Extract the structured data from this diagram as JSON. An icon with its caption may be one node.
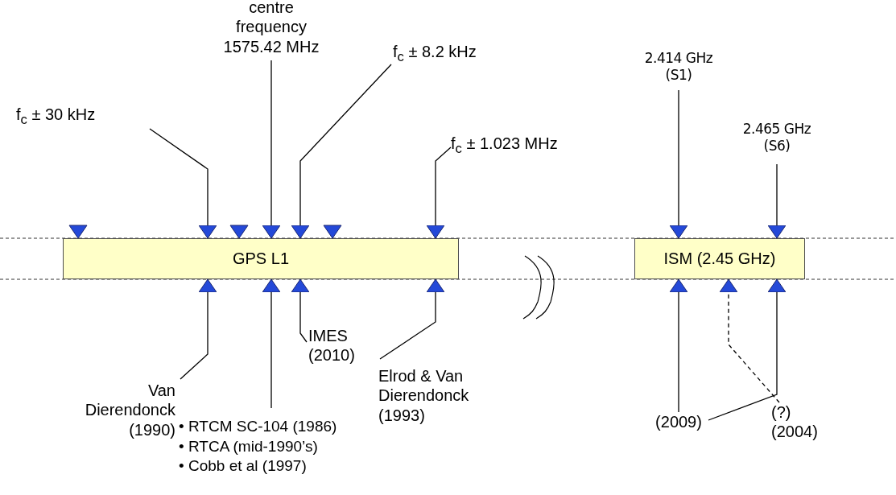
{
  "diagram": {
    "nodes": [
      {
        "text": [
          "GPS L1"
        ]
      },
      {
        "text": [
          "ISM (2.45 GHz)"
        ]
      },
      {
        "text": [
          "f$_{c}$ ± 30 kHz"
        ]
      },
      {
        "text": [
          "centre frequency 1575.42 MHz"
        ]
      },
      {
        "text": [
          "f$_{c}$ ± 8.2 kHz"
        ]
      },
      {
        "text": [
          "f$_{c}$ ± 1.023 MHz"
        ]
      },
      {
        "text": [
          "2.414 GHz (S1)"
        ]
      },
      {
        "text": [
          "2.465 GHz (S6)"
        ]
      },
      {
        "text": [
          "Van Dierendonck (1990)"
        ]
      },
      {
        "text": [
          "• RTCM SC-104 (1986)",
          "• RTCA (mid-1990’s)",
          "• Cobb et al (1997)"
        ]
      },
      {
        "text": [
          "IMES (2010)"
        ]
      },
      {
        "text": [
          "Elrod & Van Dierendonck (1993)"
        ]
      },
      {
        "text": [
          "(2009)"
        ]
      },
      {
        "text": [
          "(?) (2004)"
        ]
      }
    ],
    "edges": [
      {
        "from": 2,
        "to": 0,
        "arrow": "to"
      },
      {
        "from": 3,
        "to": 0,
        "arrow": "to"
      },
      {
        "from": 4,
        "to": 0,
        "arrow": "to"
      },
      {
        "from": 5,
        "to": 0,
        "arrow": "to"
      },
      {
        "from": 6,
        "to": 1,
        "arrow": "to"
      },
      {
        "from": 7,
        "to": 1,
        "arrow": "to"
      },
      {
        "from": 8,
        "to": 0,
        "arrow": "to"
      },
      {
        "from": 9,
        "to": 0,
        "arrow": "to"
      },
      {
        "from": 10,
        "to": 0,
        "arrow": "to"
      },
      {
        "from": 11,
        "to": 0,
        "arrow": "to"
      },
      {
        "from": 12,
        "to": 1,
        "arrow": "to"
      },
      {
        "from": 12,
        "to": 1,
        "arrow": "to"
      },
      {
        "from": 13,
        "to": 1,
        "arrow": "to",
        "style": "dashed"
      }
    ]
  }
}
